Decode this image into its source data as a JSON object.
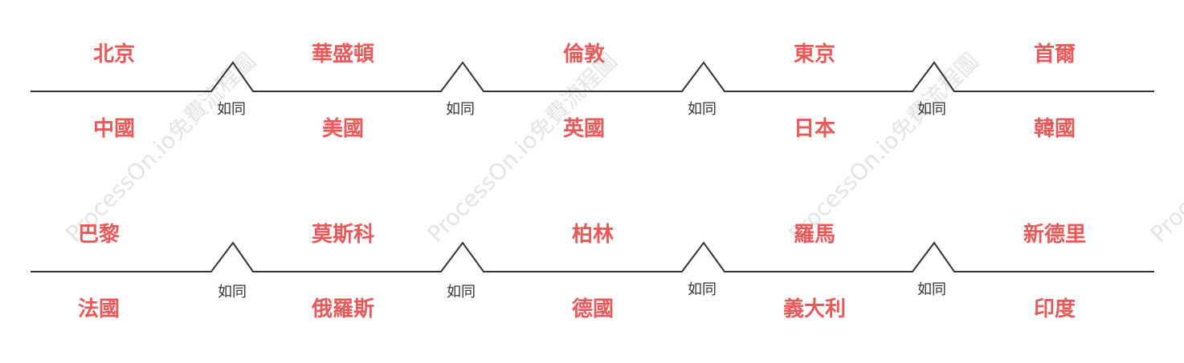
{
  "relation_label": "如同",
  "watermark": "ProcessOn.io免費流程圖",
  "colors": {
    "term": "#e85a5a",
    "line": "#333333"
  },
  "rows": [
    {
      "top": [
        "北京",
        "華盛頓",
        "倫敦",
        "東京",
        "首爾"
      ],
      "bottom": [
        "中國",
        "美國",
        "英國",
        "日本",
        "韓國"
      ]
    },
    {
      "top": [
        "巴黎",
        "莫斯科",
        "柏林",
        "羅馬",
        "新德里"
      ],
      "bottom": [
        "法國",
        "俄羅斯",
        "德國",
        "義大利",
        "印度"
      ]
    }
  ]
}
